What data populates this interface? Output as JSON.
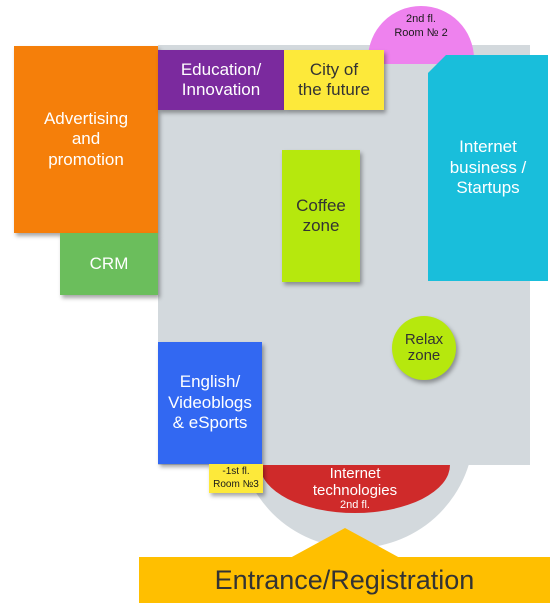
{
  "map": {
    "rooms": {
      "room_2nd_floor": {
        "line1": "2nd fl.",
        "line2": "Room № 2",
        "color": "#ee82ee"
      },
      "advertising": {
        "lines": [
          "Advertising",
          "and",
          "promotion"
        ],
        "color": "#f57f0a"
      },
      "crm": {
        "label": "CRM",
        "color": "#6bbe5c"
      },
      "education": {
        "lines": [
          "Education/",
          "Innovation"
        ],
        "color": "#7b2a9e"
      },
      "city": {
        "lines": [
          "City of",
          "the future"
        ],
        "color": "#fde93a"
      },
      "coffee": {
        "lines": [
          "Coffee",
          "zone"
        ],
        "color": "#b6e80d"
      },
      "internet_business": {
        "lines": [
          "Internet",
          "business /",
          "Startups"
        ],
        "color": "#19bedb"
      },
      "relax": {
        "lines": [
          "Relax",
          "zone"
        ],
        "color": "#b6e80d"
      },
      "english": {
        "lines": [
          "English/",
          "Videoblogs",
          "& eSports"
        ],
        "color": "#3268f2"
      },
      "internet_tech": {
        "lines": [
          "Internet",
          "technologies"
        ],
        "sub": "2nd fl.",
        "color": "#cf2a2a"
      },
      "room_1st_floor": {
        "line1": "-1st fl.",
        "line2": "Room №3",
        "color": "#fde93a"
      }
    },
    "entrance": {
      "label": "Entrance/Registration",
      "color": "#ffbf00"
    },
    "hall_color": "#d3d9dd"
  }
}
